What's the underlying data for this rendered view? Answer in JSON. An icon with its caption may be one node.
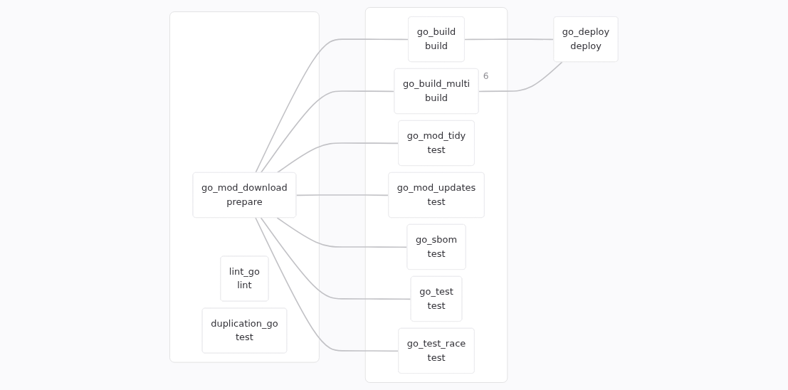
{
  "diagram": {
    "nodes": [
      {
        "text": [],
        "shape": "box"
      },
      {
        "text": [
          "go_mod_download",
          "prepare"
        ],
        "in": 0
      },
      {
        "text": [
          "lint_go",
          "lint"
        ],
        "in": 0
      },
      {
        "text": [
          "duplication_go",
          "test"
        ],
        "in": 0
      },
      {
        "text": [],
        "shape": "box"
      },
      {
        "text": [
          "go_build",
          "build"
        ],
        "in": 4
      },
      {
        "text": [
          "go_build_multi",
          "build"
        ],
        "in": 4,
        "beside": [
          "6"
        ]
      },
      {
        "text": [
          "go_mod_tidy",
          "test"
        ],
        "in": 4
      },
      {
        "text": [
          "go_mod_updates",
          "test"
        ],
        "in": 4
      },
      {
        "text": [
          "go_sbom",
          "test"
        ],
        "in": 4
      },
      {
        "text": [
          "go_test",
          "test"
        ],
        "in": 4
      },
      {
        "text": [
          "go_test_race",
          "test"
        ],
        "in": 4
      },
      {
        "text": [
          "go_deploy",
          "deploy"
        ]
      }
    ],
    "edges": [
      {
        "from": 1,
        "to": 5,
        "arrow": "none"
      },
      {
        "from": 1,
        "to": 6,
        "arrow": "none"
      },
      {
        "from": 1,
        "to": 7,
        "arrow": "none"
      },
      {
        "from": 1,
        "to": 8,
        "arrow": "none"
      },
      {
        "from": 1,
        "to": 9,
        "arrow": "none"
      },
      {
        "from": 1,
        "to": 10,
        "arrow": "none"
      },
      {
        "from": 1,
        "to": 11,
        "arrow": "none"
      },
      {
        "from": 5,
        "to": 12,
        "arrow": "none"
      },
      {
        "from": 6,
        "to": 12,
        "arrow": "none"
      }
    ]
  }
}
